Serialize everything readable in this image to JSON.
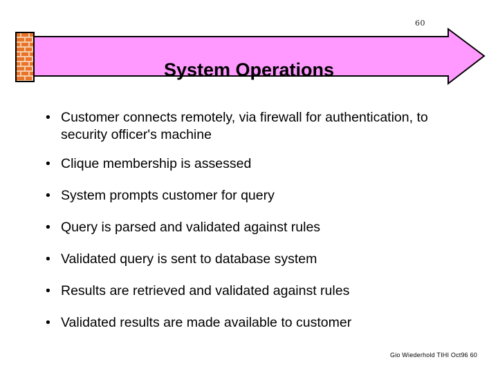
{
  "slide": {
    "number": "60",
    "title": "System Operations",
    "footer": "Gio Wiederhold TIHI Oct96 60"
  },
  "colors": {
    "banner_fill": "#FF99FF",
    "banner_stroke": "#000000",
    "brick_face": "#E8732A",
    "brick_mortar": "#F6CDA8",
    "brick_border": "#000000",
    "text": "#000000",
    "background": "#FFFFFF"
  },
  "icons": {
    "brick_wall": "brick-wall-icon",
    "arrow": "right-block-arrow-icon",
    "bullet": "bullet-dot-icon"
  },
  "bullets": [
    {
      "marker": "•",
      "text": "Customer connects remotely, via firewall for authentication, to security officer's machine"
    },
    {
      "marker": "•",
      "text": "Clique membership is assessed"
    },
    {
      "marker": "•",
      "text": "System prompts customer for query"
    },
    {
      "marker": "•",
      "text": "Query is parsed and validated against rules"
    },
    {
      "marker": "•",
      "text": "Validated query is sent to database system"
    },
    {
      "marker": "•",
      "text": "Results are retrieved and validated against rules"
    },
    {
      "marker": "•",
      "text": "Validated results are made available to customer"
    }
  ]
}
